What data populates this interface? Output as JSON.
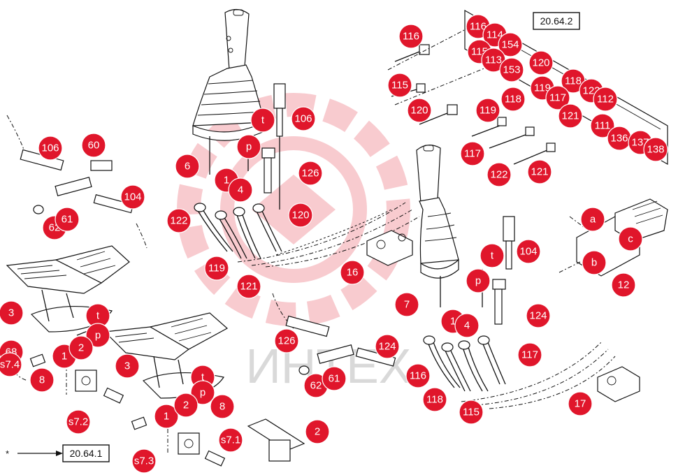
{
  "diagram": {
    "watermark_text": "ИНТЕХ",
    "legend_star": "*",
    "legend_ref": "20.64.1",
    "top_ref": "20.64.2",
    "callouts": [
      {
        "id": "c1",
        "label": "116"
      },
      {
        "id": "c2",
        "label": "115"
      },
      {
        "id": "c3",
        "label": "120"
      },
      {
        "id": "c4",
        "label": "116"
      },
      {
        "id": "c5",
        "label": "114"
      },
      {
        "id": "c6",
        "label": "154"
      },
      {
        "id": "c7",
        "label": "115"
      },
      {
        "id": "c8",
        "label": "113"
      },
      {
        "id": "c9",
        "label": "153"
      },
      {
        "id": "c10",
        "label": "120"
      },
      {
        "id": "c11",
        "label": "119"
      },
      {
        "id": "c12",
        "label": "118"
      },
      {
        "id": "c13",
        "label": "117"
      },
      {
        "id": "c14",
        "label": "118"
      },
      {
        "id": "c15",
        "label": "122"
      },
      {
        "id": "c16",
        "label": "112"
      },
      {
        "id": "c17",
        "label": "121"
      },
      {
        "id": "c18",
        "label": "111"
      },
      {
        "id": "c19",
        "label": "136"
      },
      {
        "id": "c20",
        "label": "137"
      },
      {
        "id": "c21",
        "label": "138"
      },
      {
        "id": "c22",
        "label": "119"
      },
      {
        "id": "c23",
        "label": "117"
      },
      {
        "id": "c24",
        "label": "122"
      },
      {
        "id": "c25",
        "label": "121"
      },
      {
        "id": "c26",
        "label": "106"
      },
      {
        "id": "c27",
        "label": "t"
      },
      {
        "id": "c28",
        "label": "p"
      },
      {
        "id": "c29",
        "label": "6"
      },
      {
        "id": "c30",
        "label": "126"
      },
      {
        "id": "c31",
        "label": "1"
      },
      {
        "id": "c32",
        "label": "4"
      },
      {
        "id": "c33",
        "label": "106"
      },
      {
        "id": "c34",
        "label": "60"
      },
      {
        "id": "c35",
        "label": "104"
      },
      {
        "id": "c36",
        "label": "62"
      },
      {
        "id": "c37",
        "label": "61"
      },
      {
        "id": "c38",
        "label": "122"
      },
      {
        "id": "c39",
        "label": "120"
      },
      {
        "id": "c40",
        "label": "119"
      },
      {
        "id": "c41",
        "label": "121"
      },
      {
        "id": "c42",
        "label": "16"
      },
      {
        "id": "c43",
        "label": "104"
      },
      {
        "id": "c44",
        "label": "a"
      },
      {
        "id": "c45",
        "label": "c"
      },
      {
        "id": "c46",
        "label": "b"
      },
      {
        "id": "c47",
        "label": "12"
      },
      {
        "id": "c48",
        "label": "t"
      },
      {
        "id": "c49",
        "label": "p"
      },
      {
        "id": "c50",
        "label": "7"
      },
      {
        "id": "c51",
        "label": "124"
      },
      {
        "id": "c52",
        "label": "1"
      },
      {
        "id": "c53",
        "label": "4"
      },
      {
        "id": "c54",
        "label": "3"
      },
      {
        "id": "c55",
        "label": "t"
      },
      {
        "id": "c56",
        "label": "p"
      },
      {
        "id": "c57",
        "label": "68"
      },
      {
        "id": "c58",
        "label": "s7.4"
      },
      {
        "id": "c59",
        "label": "1"
      },
      {
        "id": "c60",
        "label": "2"
      },
      {
        "id": "c61",
        "label": "8"
      },
      {
        "id": "c62",
        "label": "s7.2"
      },
      {
        "id": "c63",
        "label": "3"
      },
      {
        "id": "c64",
        "label": "t"
      },
      {
        "id": "c65",
        "label": "p"
      },
      {
        "id": "c66",
        "label": "1"
      },
      {
        "id": "c67",
        "label": "2"
      },
      {
        "id": "c68",
        "label": "8"
      },
      {
        "id": "c69",
        "label": "s7.1"
      },
      {
        "id": "c70",
        "label": "s7.3"
      },
      {
        "id": "c71",
        "label": "2"
      },
      {
        "id": "c72",
        "label": "126"
      },
      {
        "id": "c73",
        "label": "124"
      },
      {
        "id": "c74",
        "label": "62"
      },
      {
        "id": "c75",
        "label": "61"
      },
      {
        "id": "c76",
        "label": "116"
      },
      {
        "id": "c77",
        "label": "118"
      },
      {
        "id": "c78",
        "label": "115"
      },
      {
        "id": "c79",
        "label": "117"
      },
      {
        "id": "c80",
        "label": "17"
      }
    ]
  }
}
